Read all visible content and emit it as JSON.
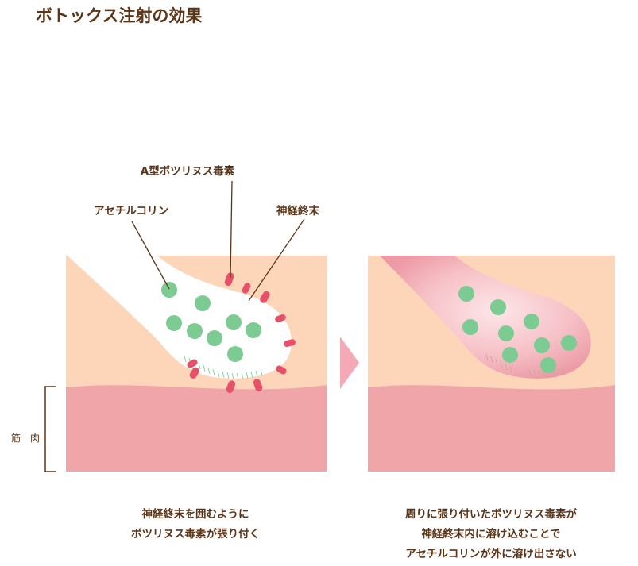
{
  "title": "ボトックス注射の効果",
  "labels": {
    "botulinum": "A型ボツリヌス毒素",
    "acetylcholine": "アセチルコリン",
    "nerve_ending": "神経終末",
    "muscle": "筋　肉"
  },
  "captions": {
    "left": [
      "神経終末を囲むように",
      "ボツリヌス毒素が張り付く"
    ],
    "right": [
      "周りに張り付いたボツリヌス毒素が",
      "神経終末内に溶け込むことで",
      "アセチルコリンが外に溶け出さない"
    ]
  },
  "colors": {
    "skin": "#fdd5b8",
    "muscle": "#f0a6a9",
    "acetylcholine": "#7ccb93",
    "toxin": "#e8506a",
    "text": "#5a3518"
  }
}
